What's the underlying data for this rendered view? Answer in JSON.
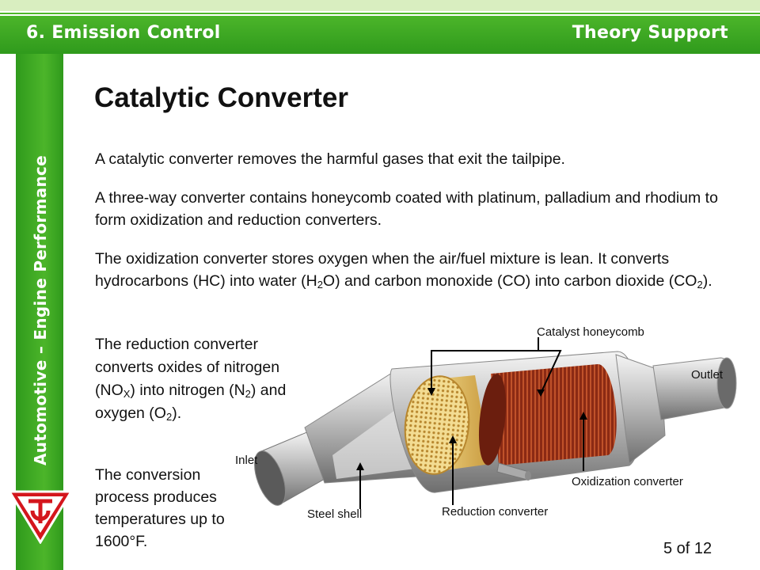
{
  "header": {
    "left": "6. Emission Control",
    "right": "Theory Support"
  },
  "sidebar": {
    "text": "Automotive – Engine Performance"
  },
  "title": "Catalytic Converter",
  "paragraphs": {
    "p1": "A catalytic converter removes the harmful gases that exit the tailpipe.",
    "p2": "A three-way converter contains honeycomb coated with platinum, palladium and rhodium to form oxidization and reduction converters.",
    "p3": {
      "a": "The oxidization converter stores oxygen when the air/fuel mixture is lean. It converts hydrocarbons (HC) into water (H",
      "a_sub": "2",
      "b": "O) and carbon monoxide (CO) into carbon dioxide (CO",
      "b_sub": "2",
      "c": ")."
    },
    "p4": {
      "a": "The reduction converter converts oxides of nitrogen (NO",
      "a_sub": "X",
      "b": ") into nitrogen (N",
      "b_sub": "2",
      "c": ") and oxygen (O",
      "c_sub": "2",
      "d": ")."
    },
    "p5": "The conversion process produces temperatures up to 1600°F."
  },
  "diagram_labels": {
    "catalyst_honeycomb": "Catalyst honeycomb",
    "outlet": "Outlet",
    "inlet": "Inlet",
    "steel_shell": "Steel shell",
    "reduction_converter": "Reduction converter",
    "oxidization_converter": "Oxidization converter"
  },
  "page": "5 of 12",
  "colors": {
    "header_green": "#3aa622",
    "logo_red": "#d4161d",
    "reduction_honeycomb": "#e8c770",
    "oxidization_honeycomb": "#8b2a14"
  },
  "icons": {
    "logo": "red-shield-logo"
  }
}
